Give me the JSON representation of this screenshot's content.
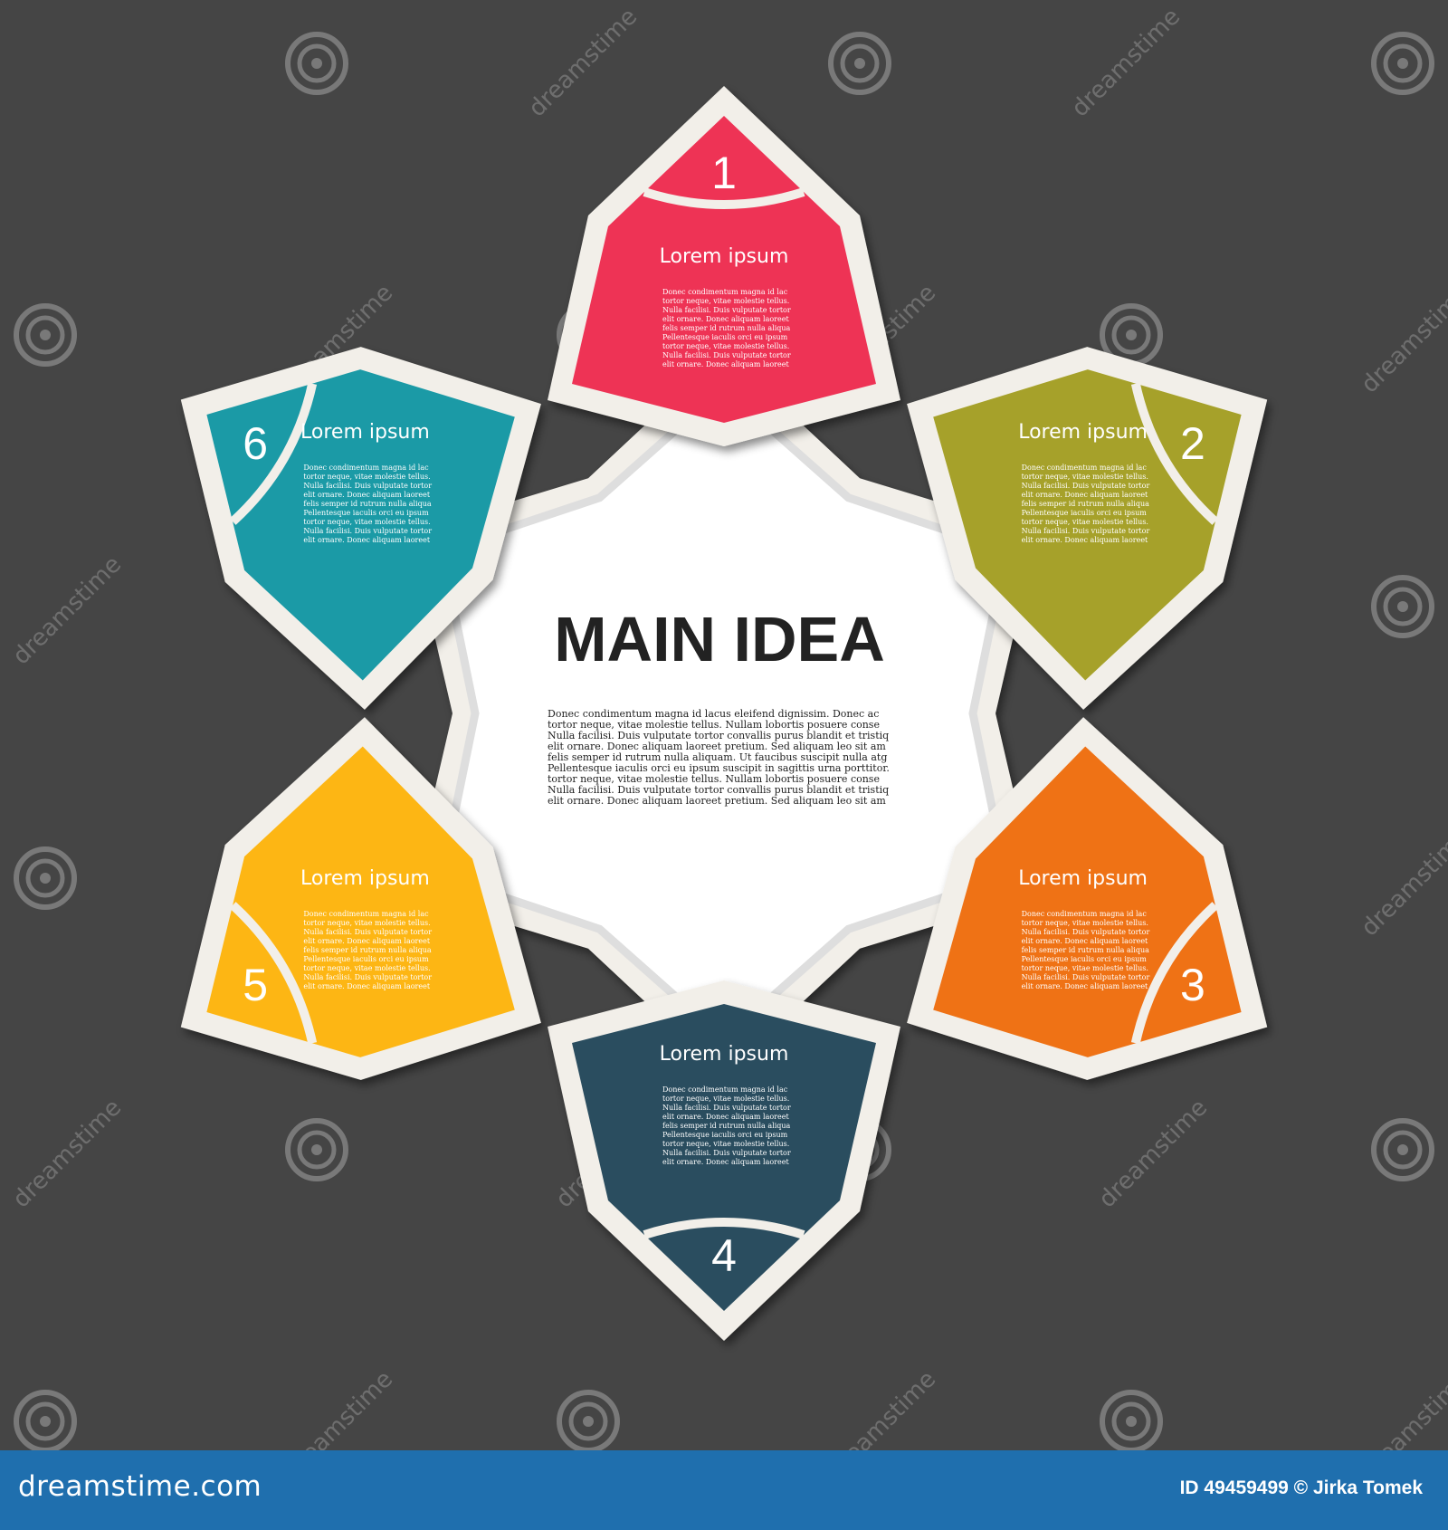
{
  "diagram": {
    "main_title": "MAIN IDEA",
    "main_text_lines": [
      "Donec condimentum magna id lacus eleifend dignissim. Donec ac",
      "tortor neque, vitae molestie tellus. Nullam lobortis posuere  conse",
      "Nulla facilisi. Duis vulputate tortor convallis purus blandit et tristiq",
      "elit ornare. Donec aliquam laoreet pretium. Sed aliquam leo sit am",
      "felis semper id rutrum nulla aliquam. Ut faucibus suscipit nulla atg",
      "Pellentesque iaculis orci eu ipsum suscipit in sagittis urna porttitor.",
      "tortor neque, vitae molestie tellus. Nullam lobortis posuere  conse",
      "Nulla facilisi. Duis vulputate tortor convallis purus blandit et tristiq",
      "elit ornare. Donec aliquam laoreet pretium. Sed aliquam leo sit am"
    ],
    "petal_text_long": [
      "Donec condimentum magna id lac",
      "tortor neque, vitae molestie tellus.",
      "Nulla facilisi. Duis vulputate tortor",
      "elit ornare. Donec aliquam laoreet",
      "felis semper id rutrum nulla aliqua",
      "Pellentesque iaculis orci eu ipsum",
      "tortor neque, vitae molestie tellus.",
      "Nulla facilisi. Duis vulputate tortor",
      "elit ornare. Donec aliquam laoreet"
    ],
    "petal_text_short": [
      "Donec condimentum magna id lac",
      "tortor neque, vitae molestie tellus.",
      "Nulla facilisi. Duis vulputate tortor",
      "elit ornare. Donec aliquam laoreet",
      "felis semper id rutrum nulla aliqua",
      "Pellentesque iaculis orci eu ipsum",
      "tortor neque, vitae molestie tellus.",
      "Nulla facilisi. Duis vulputate tortor",
      "elit ornare. Donec aliquam laoreet"
    ],
    "petals": [
      {
        "number": "1",
        "title": "Lorem ipsum",
        "color": "#ee3355"
      },
      {
        "number": "2",
        "title": "Lorem ipsum",
        "color": "#a6a12a"
      },
      {
        "number": "3",
        "title": "Lorem ipsum",
        "color": "#ef7215"
      },
      {
        "number": "4",
        "title": "Lorem ipsum",
        "color": "#2a4d5f"
      },
      {
        "number": "5",
        "title": "Lorem ipsum",
        "color": "#fdb614"
      },
      {
        "number": "6",
        "title": "Lorem ipsum",
        "color": "#1b9aa6"
      }
    ]
  },
  "watermark": {
    "text": "dreamstime",
    "logo": "dreamstime.com",
    "credit": "ID 49459499 © Jirka Tomek"
  },
  "colors": {
    "background": "#454545",
    "frame": "#f2efe9",
    "center_fill": "#ffffff",
    "center_border": "#dedede",
    "footer": "#1f6fae"
  }
}
